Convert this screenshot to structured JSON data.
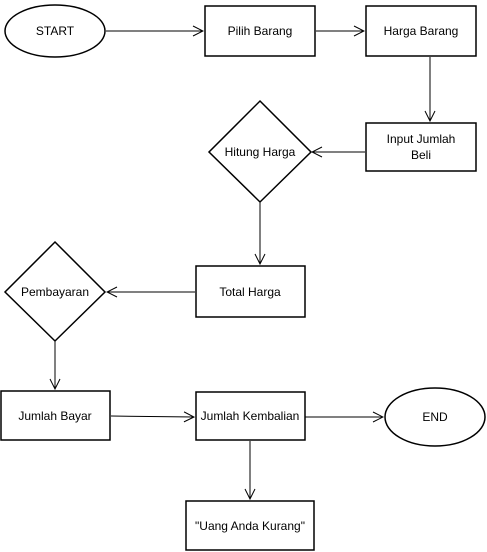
{
  "diagram": {
    "nodes": {
      "start": {
        "label": "START",
        "shape": "ellipse"
      },
      "pilih_barang": {
        "label": "Pilih Barang",
        "shape": "rectangle"
      },
      "harga_barang": {
        "label": "Harga Barang",
        "shape": "rectangle"
      },
      "input_jumlah_beli": {
        "label_line1": "Input Jumlah",
        "label_line2": "Beli",
        "shape": "rectangle"
      },
      "hitung_harga": {
        "label": "Hitung Harga",
        "shape": "diamond"
      },
      "total_harga": {
        "label": "Total Harga",
        "shape": "rectangle"
      },
      "pembayaran": {
        "label": "Pembayaran",
        "shape": "diamond"
      },
      "jumlah_bayar": {
        "label": "Jumlah Bayar",
        "shape": "rectangle"
      },
      "jumlah_kembalian": {
        "label": "Jumlah Kembalian",
        "shape": "rectangle"
      },
      "end": {
        "label": "END",
        "shape": "ellipse"
      },
      "uang_kurang": {
        "label": "\"Uang Anda Kurang\"",
        "shape": "rectangle"
      }
    },
    "edges": [
      {
        "from": "start",
        "to": "pilih_barang"
      },
      {
        "from": "pilih_barang",
        "to": "harga_barang"
      },
      {
        "from": "harga_barang",
        "to": "input_jumlah_beli"
      },
      {
        "from": "input_jumlah_beli",
        "to": "hitung_harga"
      },
      {
        "from": "hitung_harga",
        "to": "total_harga"
      },
      {
        "from": "total_harga",
        "to": "pembayaran"
      },
      {
        "from": "pembayaran",
        "to": "jumlah_bayar"
      },
      {
        "from": "jumlah_bayar",
        "to": "jumlah_kembalian"
      },
      {
        "from": "jumlah_kembalian",
        "to": "end"
      },
      {
        "from": "jumlah_kembalian",
        "to": "uang_kurang"
      }
    ],
    "colors": {
      "stroke": "#000000",
      "fill": "#ffffff",
      "text": "#000000"
    }
  }
}
